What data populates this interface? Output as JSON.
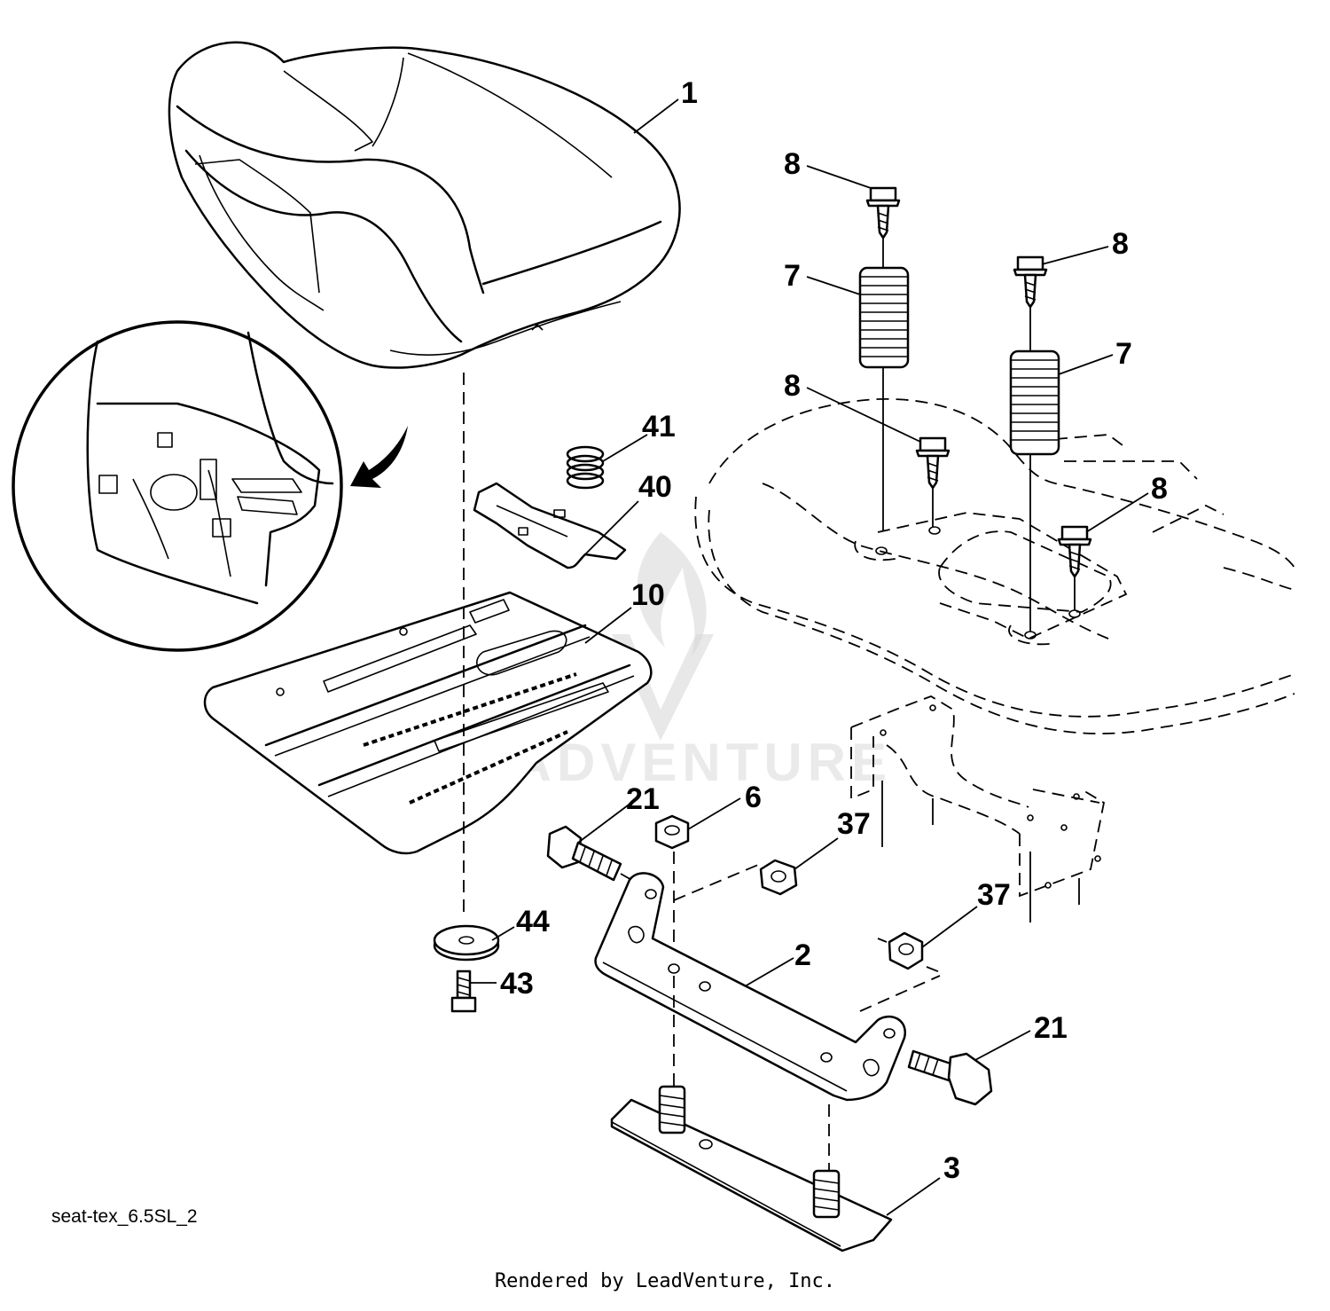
{
  "diagram": {
    "callouts": [
      "1",
      "8",
      "8",
      "7",
      "7",
      "8",
      "8",
      "41",
      "40",
      "10",
      "21",
      "6",
      "37",
      "37",
      "44",
      "43",
      "2",
      "21",
      "3"
    ],
    "caption": "seat-tex_6.5SL_2",
    "footer": "Rendered by LeadVenture, Inc."
  }
}
